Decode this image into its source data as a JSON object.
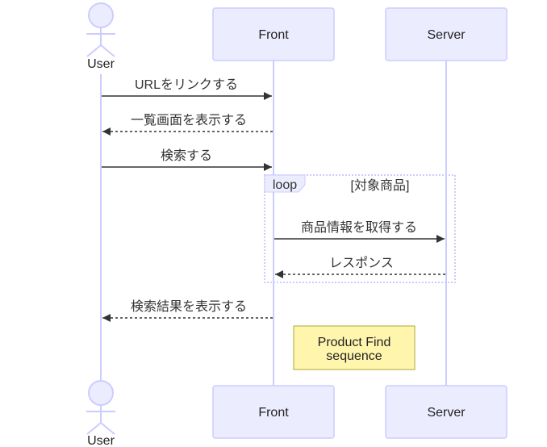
{
  "participants": {
    "user": "User",
    "front": "Front",
    "server": "Server"
  },
  "messages": {
    "m1": "URLをリンクする",
    "m2": "一覧画面を表示する",
    "m3": "検索する",
    "m4": "商品情報を取得する",
    "m5": "レスポンス",
    "m6": "検索結果を表示する"
  },
  "loop": {
    "keyword": "loop",
    "condition": "[対象商品]"
  },
  "note": {
    "line1": "Product Find",
    "line2": "sequence"
  },
  "colors": {
    "participant_fill": "#ECECFF",
    "participant_stroke": "#CCCCFF",
    "lifeline": "#CCCCFF",
    "arrow": "#333333",
    "note_fill": "#FFF5AD",
    "note_stroke": "#AAAA33"
  }
}
